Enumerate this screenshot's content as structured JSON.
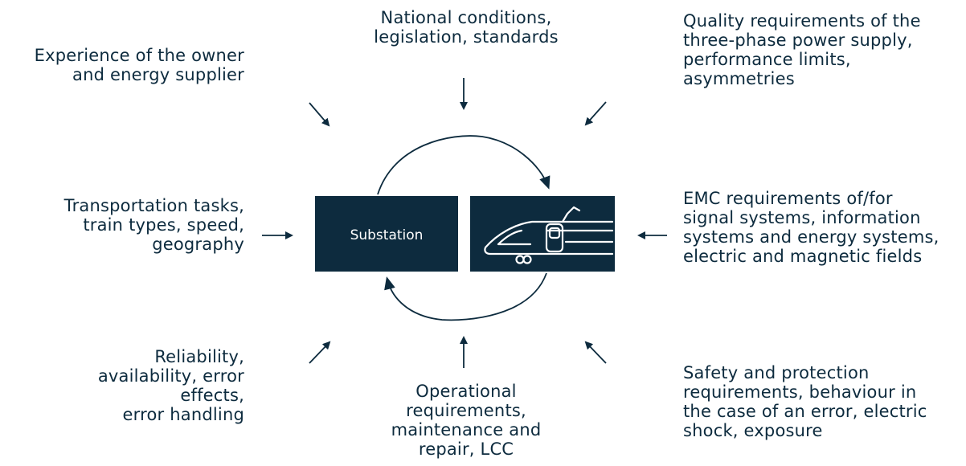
{
  "labels": {
    "top_center": "National conditions,\nlegislation, standards",
    "top_left": "Experience of the owner\nand energy supplier",
    "top_right": "Quality requirements of the\nthree-phase power supply,\nperformance limits,\nasymmetries",
    "mid_left": "Transportation tasks,\ntrain types, speed,\ngeography",
    "mid_right": "EMC requirements of/for\nsignal systems, information\nsystems and energy systems,\nelectric and magnetic fields",
    "bottom_left": "Reliability,\navailability, error\neffects,\nerror handling",
    "bottom_center": "Operational\nrequirements,\nmaintenance and\nrepair, LCC",
    "bottom_right": "Safety and protection\nrequirements, behaviour in\nthe case of an error, electric\nshock, exposure"
  },
  "substation_box": {
    "label": "Substation"
  },
  "train_box": {
    "icon": "train-icon"
  },
  "colors": {
    "primary": "#0d2b3e",
    "background": "#ffffff",
    "box_text": "#ffffff"
  }
}
